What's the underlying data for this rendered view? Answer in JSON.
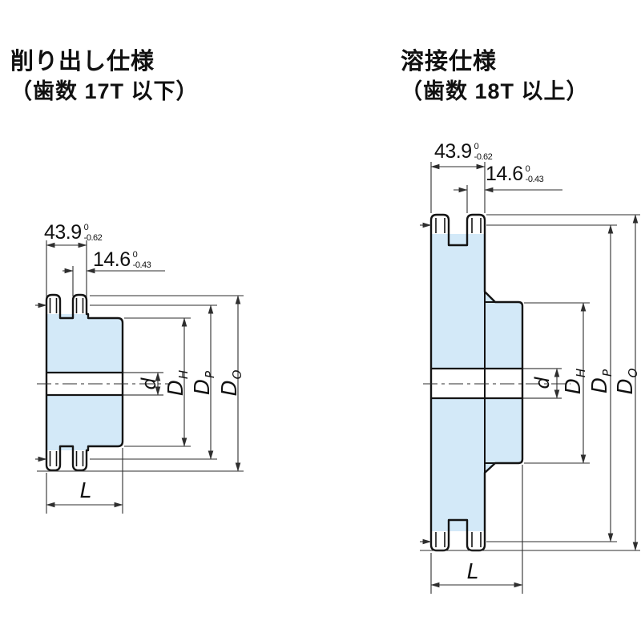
{
  "colors": {
    "background": "#ffffff",
    "body_fill": "#d3e9f8",
    "outline": "#141414",
    "dimension_lines": "#2e2e2e",
    "text": "#111111"
  },
  "left_view": {
    "title_line1": "削り出し仕様",
    "title_line2": "（歯数 17T 以下）",
    "dim_overall_width": {
      "value": "43.9",
      "tol_upper": "0",
      "tol_lower": "-0.62"
    },
    "dim_plate_width": {
      "value": "14.6",
      "tol_upper": "0",
      "tol_lower": "-0.43"
    },
    "label_bore": "d",
    "label_hub_dia": {
      "main": "D",
      "sub": "H"
    },
    "label_pitch_dia": {
      "main": "D",
      "sub": "P"
    },
    "label_outside_dia": {
      "main": "D",
      "sub": "O"
    },
    "label_hub_length": "L"
  },
  "right_view": {
    "title_line1": "溶接仕様",
    "title_line2": "（歯数 18T 以上）",
    "dim_overall_width": {
      "value": "43.9",
      "tol_upper": "0",
      "tol_lower": "-0.62"
    },
    "dim_plate_width": {
      "value": "14.6",
      "tol_upper": "0",
      "tol_lower": "-0.43"
    },
    "label_bore": "d",
    "label_hub_dia": {
      "main": "D",
      "sub": "H"
    },
    "label_pitch_dia": {
      "main": "D",
      "sub": "P"
    },
    "label_outside_dia": {
      "main": "D",
      "sub": "O"
    },
    "label_hub_length": "L"
  }
}
